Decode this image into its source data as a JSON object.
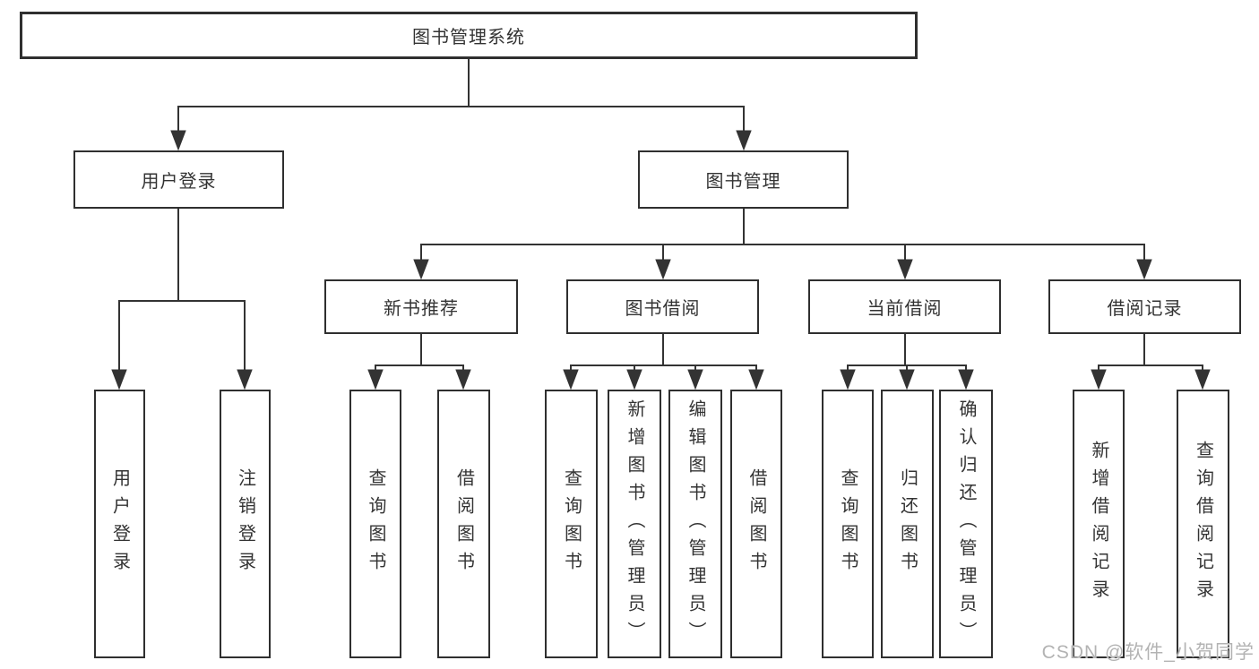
{
  "nodes": {
    "root": "图书管理系统",
    "user_login": "用户登录",
    "book_mgmt": "图书管理",
    "new_book": "新书推荐",
    "book_borrow": "图书借阅",
    "current_borrow": "当前借阅",
    "borrow_record": "借阅记录"
  },
  "leaves": {
    "user_login": [
      "用户登录",
      "注销登录"
    ],
    "new_book": [
      "查询图书",
      "借阅图书"
    ],
    "book_borrow": [
      "查询图书",
      "新增图书（管理员）",
      "编辑图书（管理员）",
      "借阅图书"
    ],
    "current_borrow": [
      "查询图书",
      "归还图书",
      "确认归还（管理员）"
    ],
    "borrow_record": [
      "新增借阅记录",
      "查询借阅记录"
    ]
  },
  "watermark": "CSDN @软件_小贺同学",
  "colors": {
    "line": "#333333",
    "box_border": "#2f2f2f",
    "box_fill": "#ffffff",
    "text": "#333333",
    "watermark": "#b3b3b3",
    "background": "#ffffff"
  }
}
